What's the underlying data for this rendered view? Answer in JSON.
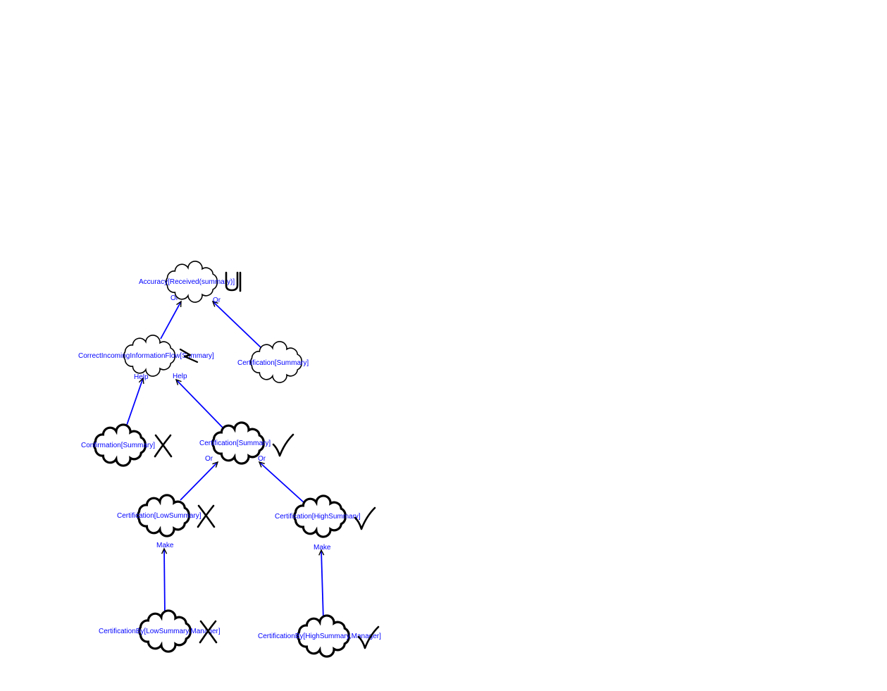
{
  "diagram": {
    "nodes": [
      {
        "id": "accuracy",
        "label": "Accuracy[Received(summary)]",
        "weight": "thin",
        "mark": "undecided"
      },
      {
        "id": "correct_flow",
        "label": "CorrectIncomingInformationFlow[Summary]",
        "weight": "thin",
        "mark": "conflict"
      },
      {
        "id": "certification_top",
        "label": "Certification[Summary]",
        "weight": "thin",
        "mark": "none"
      },
      {
        "id": "confirmation",
        "label": "Confirmation[Summary]",
        "weight": "thick",
        "mark": "denied"
      },
      {
        "id": "certification_mid",
        "label": "Certification[Summary]",
        "weight": "thick",
        "mark": "satisfied"
      },
      {
        "id": "cert_low",
        "label": "Certification[LowSummary]",
        "weight": "thick",
        "mark": "denied"
      },
      {
        "id": "cert_high",
        "label": "Certification[HighSummary]",
        "weight": "thick",
        "mark": "satisfied"
      },
      {
        "id": "certby_low",
        "label": "CertificationBy[LowSummary,Manager]",
        "weight": "thick",
        "mark": "denied"
      },
      {
        "id": "certby_high",
        "label": "CertificationBy[HighSummary,Manager]",
        "weight": "thick",
        "mark": "satisfied"
      }
    ],
    "edges": [
      {
        "from": "correct_flow",
        "to": "accuracy",
        "label": "Or"
      },
      {
        "from": "certification_top",
        "to": "accuracy",
        "label": "Or"
      },
      {
        "from": "confirmation",
        "to": "correct_flow",
        "label": "Help"
      },
      {
        "from": "certification_mid",
        "to": "correct_flow",
        "label": "Help"
      },
      {
        "from": "cert_low",
        "to": "certification_mid",
        "label": "Or"
      },
      {
        "from": "cert_high",
        "to": "certification_mid",
        "label": "Or"
      },
      {
        "from": "certby_low",
        "to": "cert_low",
        "label": "Make"
      },
      {
        "from": "certby_high",
        "to": "cert_high",
        "label": "Make"
      }
    ]
  },
  "colors": {
    "edge": "#0000ff",
    "label": "#0000ff",
    "outline": "#000000",
    "background": "#ffffff"
  }
}
